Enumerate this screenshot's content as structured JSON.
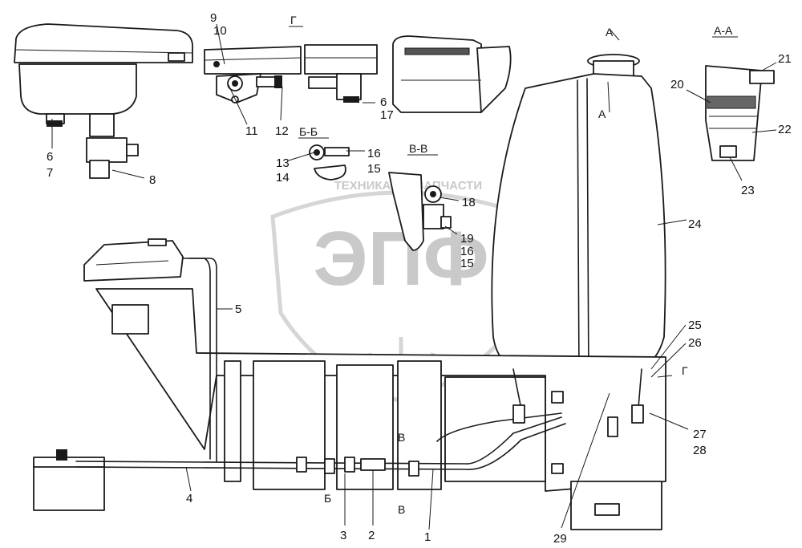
{
  "labels": {
    "n1": "1",
    "n2": "2",
    "n3": "3",
    "n4": "4",
    "n5": "5",
    "n6a": "6",
    "n7a": "7",
    "n8": "8",
    "n9": "9",
    "n10": "10",
    "n11": "11",
    "n12": "12",
    "n6b": "6",
    "n17": "17",
    "n13": "13",
    "n14": "14",
    "n16a": "16",
    "n15a": "15",
    "n18": "18",
    "n19": "19",
    "n16b": "16",
    "n15b": "15",
    "n20": "20",
    "n21": "21",
    "n22": "22",
    "n23": "23",
    "n24": "24",
    "n25": "25",
    "n26": "26",
    "n27": "27",
    "n28": "28",
    "n29": "29"
  },
  "sections": {
    "G": "Г",
    "BB": "Б-Б",
    "VV": "В-В",
    "A_top": "А",
    "A_mid": "А",
    "AA": "А-А",
    "G_arrow": "Г",
    "B_mark": "Б",
    "V_top": "В",
    "V_bot": "В"
  },
  "watermark": {
    "logo": "ЭПФ",
    "line1": "ТЕХНИКА",
    "line2": "ЗАПЧАСТИ"
  }
}
